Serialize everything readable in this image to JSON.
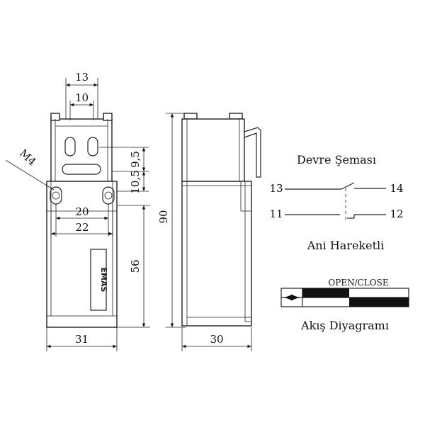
{
  "front_view": {
    "dim_top_outer": "13",
    "dim_top_inner": "10",
    "dim_thread": "M4",
    "dim_vert_upper": "9,5",
    "dim_vert_lower": "10,5",
    "dim_hole_spacing_inner": "20",
    "dim_hole_spacing_outer": "22",
    "dim_height_body": "56",
    "dim_width": "31",
    "logo": "EMAS"
  },
  "side_view": {
    "dim_height_total": "90",
    "dim_depth": "30"
  },
  "circuit": {
    "title": "Devre Şeması",
    "terminal_13": "13",
    "terminal_14": "14",
    "terminal_11": "11",
    "terminal_12": "12",
    "caption": "Ani Hareketli"
  },
  "flow_diagram": {
    "header": "OPEN/CLOSE",
    "caption": "Akış Diyagramı",
    "icon": "double-arrow-icon"
  }
}
